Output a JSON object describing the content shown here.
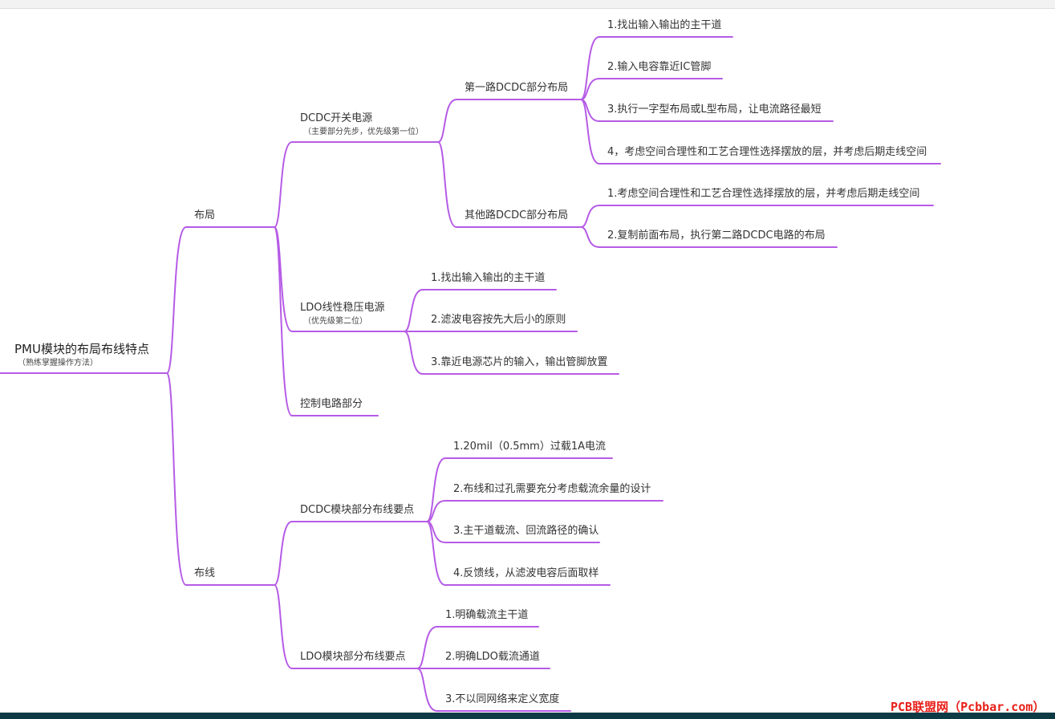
{
  "mindmap": {
    "root": {
      "id": "root",
      "text": "PMU模块的布局布线特点",
      "sub": "（熟练掌握操作方法）"
    },
    "nodes": [
      {
        "id": "layout",
        "parent": "root",
        "text": "布局"
      },
      {
        "id": "dcdc",
        "parent": "layout",
        "text": "DCDC开关电源",
        "sub": "（主要部分先步，优先级第一位）"
      },
      {
        "id": "dcdc1",
        "parent": "dcdc",
        "text": "第一路DCDC部分布局"
      },
      {
        "id": "d1a",
        "parent": "dcdc1",
        "text": "1.找出输入输出的主干道"
      },
      {
        "id": "d1b",
        "parent": "dcdc1",
        "text": "2.输入电容靠近IC管脚"
      },
      {
        "id": "d1c",
        "parent": "dcdc1",
        "text": "3.执行一字型布局或L型布局，让电流路径最短"
      },
      {
        "id": "d1d",
        "parent": "dcdc1",
        "text": "4，考虑空间合理性和工艺合理性选择摆放的层，并考虑后期走线空间"
      },
      {
        "id": "dcdc2",
        "parent": "dcdc",
        "text": "其他路DCDC部分布局"
      },
      {
        "id": "d2a",
        "parent": "dcdc2",
        "text": "1.考虑空间合理性和工艺合理性选择摆放的层，并考虑后期走线空间"
      },
      {
        "id": "d2b",
        "parent": "dcdc2",
        "text": "2.复制前面布局，执行第二路DCDC电路的布局"
      },
      {
        "id": "ldo",
        "parent": "layout",
        "text": "LDO线性稳压电源",
        "sub": "（优先级第二位）"
      },
      {
        "id": "la",
        "parent": "ldo",
        "text": "1.找出输入输出的主干道"
      },
      {
        "id": "lb",
        "parent": "ldo",
        "text": "2.滤波电容按先大后小的原则"
      },
      {
        "id": "lc",
        "parent": "ldo",
        "text": "3.靠近电源芯片的输入，输出管脚放置"
      },
      {
        "id": "ctrl",
        "parent": "layout",
        "text": "控制电路部分"
      },
      {
        "id": "route",
        "parent": "root",
        "text": "布线"
      },
      {
        "id": "rdcdc",
        "parent": "route",
        "text": "DCDC模块部分布线要点"
      },
      {
        "id": "ra",
        "parent": "rdcdc",
        "text": "1.20mil（0.5mm）过载1A电流"
      },
      {
        "id": "rb",
        "parent": "rdcdc",
        "text": "2.布线和过孔需要充分考虑载流余量的设计"
      },
      {
        "id": "rc",
        "parent": "rdcdc",
        "text": "3.主干道载流、回流路径的确认"
      },
      {
        "id": "rd",
        "parent": "rdcdc",
        "text": "4.反馈线，从滤波电容后面取样"
      },
      {
        "id": "rldo",
        "parent": "route",
        "text": "LDO模块部分布线要点"
      },
      {
        "id": "re",
        "parent": "rldo",
        "text": "1.明确载流主干道"
      },
      {
        "id": "rf",
        "parent": "rldo",
        "text": "2.明确LDO载流通道"
      },
      {
        "id": "rg",
        "parent": "rldo",
        "text": "3.不以同网络来定义宽度"
      }
    ]
  },
  "watermark": "PCB联盟网（Pcbbar.com）",
  "colors": {
    "branch": "#b65be6",
    "text": "#333333",
    "watermark": "#e8201a"
  }
}
